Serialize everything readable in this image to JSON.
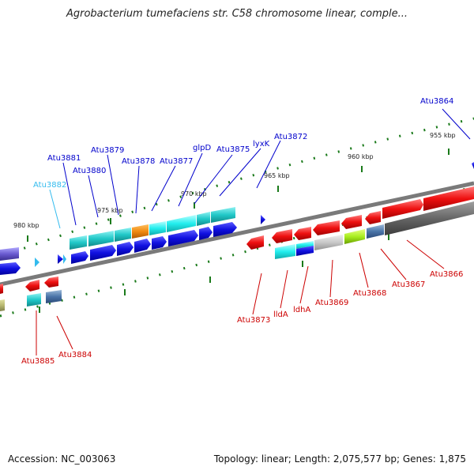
{
  "title": "Agrobacterium tumefaciens str. C58 chromosome linear, comple...",
  "accession": "Accession: NC_003063",
  "topology": "Topology: linear; Length: 2,075,577 bp; Genes: 1,875",
  "scale": {
    "k980": "980 kbp",
    "k975": "975 kbp",
    "k970": "970 kbp",
    "k965": "965 kbp",
    "k960": "960 kbp",
    "k955": "955 kbp"
  },
  "labels": {
    "atu3864": "Atu3864",
    "atu3872": "Atu3872",
    "lyxk": "lyxK",
    "atu3875": "Atu3875",
    "glpd": "glpD",
    "atu3877": "Atu3877",
    "atu3878": "Atu3878",
    "atu3879": "Atu3879",
    "atu3880": "Atu3880",
    "atu3881": "Atu3881",
    "atu3882": "Atu3882",
    "atu3885": "Atu3885",
    "atu3884": "Atu3884",
    "atu3873": "Atu3873",
    "llda": "lldA",
    "ldha": "ldhA",
    "atu3869": "Atu3869",
    "atu3868": "Atu3868",
    "atu3867": "Atu3867",
    "atu3866": "Atu3866"
  },
  "colors": {
    "blue": "#1010e0",
    "cyan": "#20c8c8",
    "red": "#e01010",
    "label_red": "#cc0000",
    "label_blue": "#0000cc",
    "label_lightblue": "#33bbee",
    "backbone": "#7a7a7a",
    "tick": "#1a7a1a"
  }
}
